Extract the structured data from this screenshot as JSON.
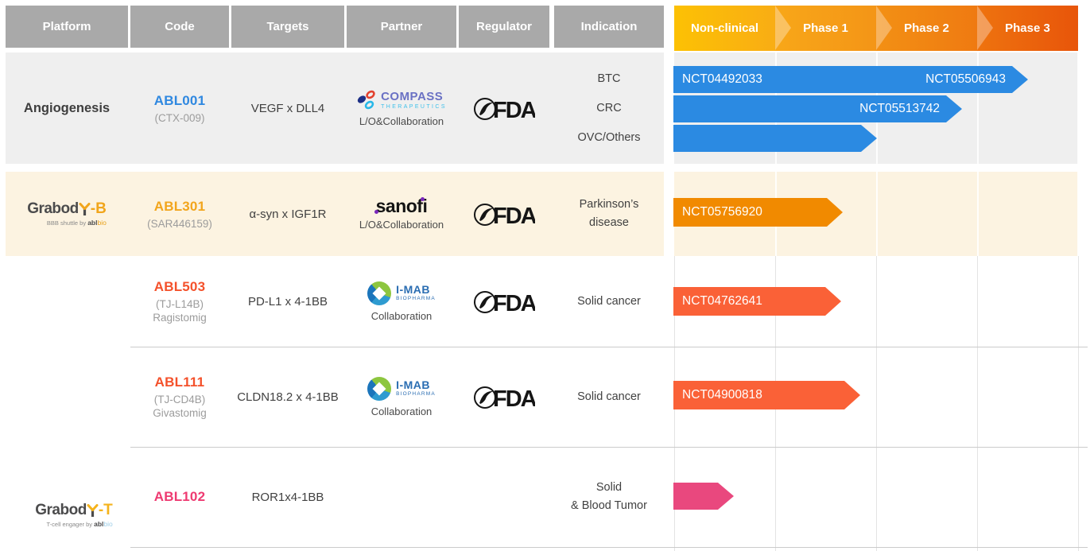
{
  "columns": {
    "platform": "Platform",
    "code": "Code",
    "targets": "Targets",
    "partner": "Partner",
    "regulator": "Regulator",
    "indication": "Indication"
  },
  "phase_header": {
    "labels": [
      "Non-clinical",
      "Phase 1",
      "Phase 2",
      "Phase 3"
    ]
  },
  "platforms": {
    "angiogenesis": "Angiogenesis",
    "grabody_b": {
      "prefix": "Grabod",
      "suffix": "-B",
      "tagline": "BBB shuttle by ",
      "brand_dark": "abl",
      "brand_light": "bio"
    },
    "grabody_t": {
      "prefix": "Grabod",
      "suffix": "-T",
      "tagline": "T-cell engager by ",
      "brand_dark": "abl",
      "brand_light": "bio"
    }
  },
  "rows": [
    {
      "code": "ABL001",
      "code_sub": "(CTX-009)",
      "targets": "VEGF x DLL4",
      "partner": {
        "name": "COMPASS",
        "name2": "THERAPEUTICS",
        "note": "L/O&Collaboration"
      },
      "regulator": "FDA",
      "indications": [
        "BTC",
        "CRC",
        "OVC/Others"
      ],
      "trials": [
        {
          "nct_start": "NCT04492033",
          "nct_end": "NCT05506943",
          "phase_position": 3.5
        },
        {
          "nct_end": "NCT05513742",
          "phase_position": 2.85
        },
        {
          "phase_position": 2.03
        }
      ]
    },
    {
      "code": "ABL301",
      "code_sub": "(SAR446159)",
      "targets": "α-syn x IGF1R",
      "partner": {
        "name": "sanofi",
        "note": "L/O&Collaboration"
      },
      "regulator": "FDA",
      "indications": [
        "Parkinson’s",
        "disease"
      ],
      "trials": [
        {
          "nct_start": "NCT05756920",
          "phase_position": 1.71
        }
      ]
    },
    {
      "code": "ABL503",
      "code_sub": "(TJ-L14B)",
      "code_name": "Ragistomig",
      "targets": "PD-L1 x 4-1BB",
      "partner": {
        "name": "I-MAB",
        "name2": "BIOPHARMA",
        "note": "Collaboration"
      },
      "regulator": "FDA",
      "indications": [
        "Solid cancer"
      ],
      "trials": [
        {
          "nct_start": "NCT04762641",
          "phase_position": 1.67
        }
      ]
    },
    {
      "code": "ABL111",
      "code_sub": "(TJ-CD4B)",
      "code_name": "Givastomig",
      "targets": "CLDN18.2 x 4-1BB",
      "partner": {
        "name": "I-MAB",
        "name2": "BIOPHARMA",
        "note": "Collaboration"
      },
      "regulator": "FDA",
      "indications": [
        "Solid cancer"
      ],
      "trials": [
        {
          "nct_start": "NCT04900818",
          "phase_position": 1.85
        }
      ]
    },
    {
      "code": "ABL102",
      "targets": "ROR1x4-1BB",
      "indications": [
        "Solid",
        "& Blood Tumor"
      ],
      "trials": [
        {
          "phase_position": 0.63
        }
      ]
    }
  ],
  "colors": {
    "header_gray": "#a9a9a9",
    "row1_bg": "#efefef",
    "row2_bg": "#fcf3e1",
    "phase_gradient_start": "#fcc104",
    "phase_gradient_end": "#e8550a",
    "trial_blue": "#2b8ae2",
    "trial_orange": "#f18a00",
    "trial_red_orange": "#fa6137",
    "trial_pink": "#e9487e",
    "code_blue": "#2f88e0",
    "code_amber": "#f2a51c",
    "code_red": "#f4512b",
    "code_pink": "#ee3a71"
  }
}
